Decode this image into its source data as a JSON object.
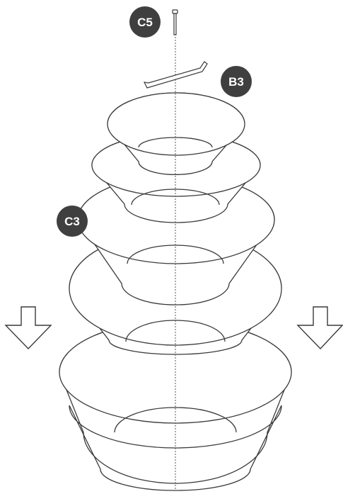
{
  "labels": {
    "screw": "C5",
    "handle": "B3",
    "bowl": "C3"
  },
  "colors": {
    "line": "#3a3a3a",
    "badge": "#3f3f3f",
    "badge_text": "#ffffff"
  },
  "icons": {
    "left_arrow": "down-arrow-icon",
    "right_arrow": "down-arrow-icon",
    "screw": "screw-icon",
    "handle": "handle-icon"
  }
}
